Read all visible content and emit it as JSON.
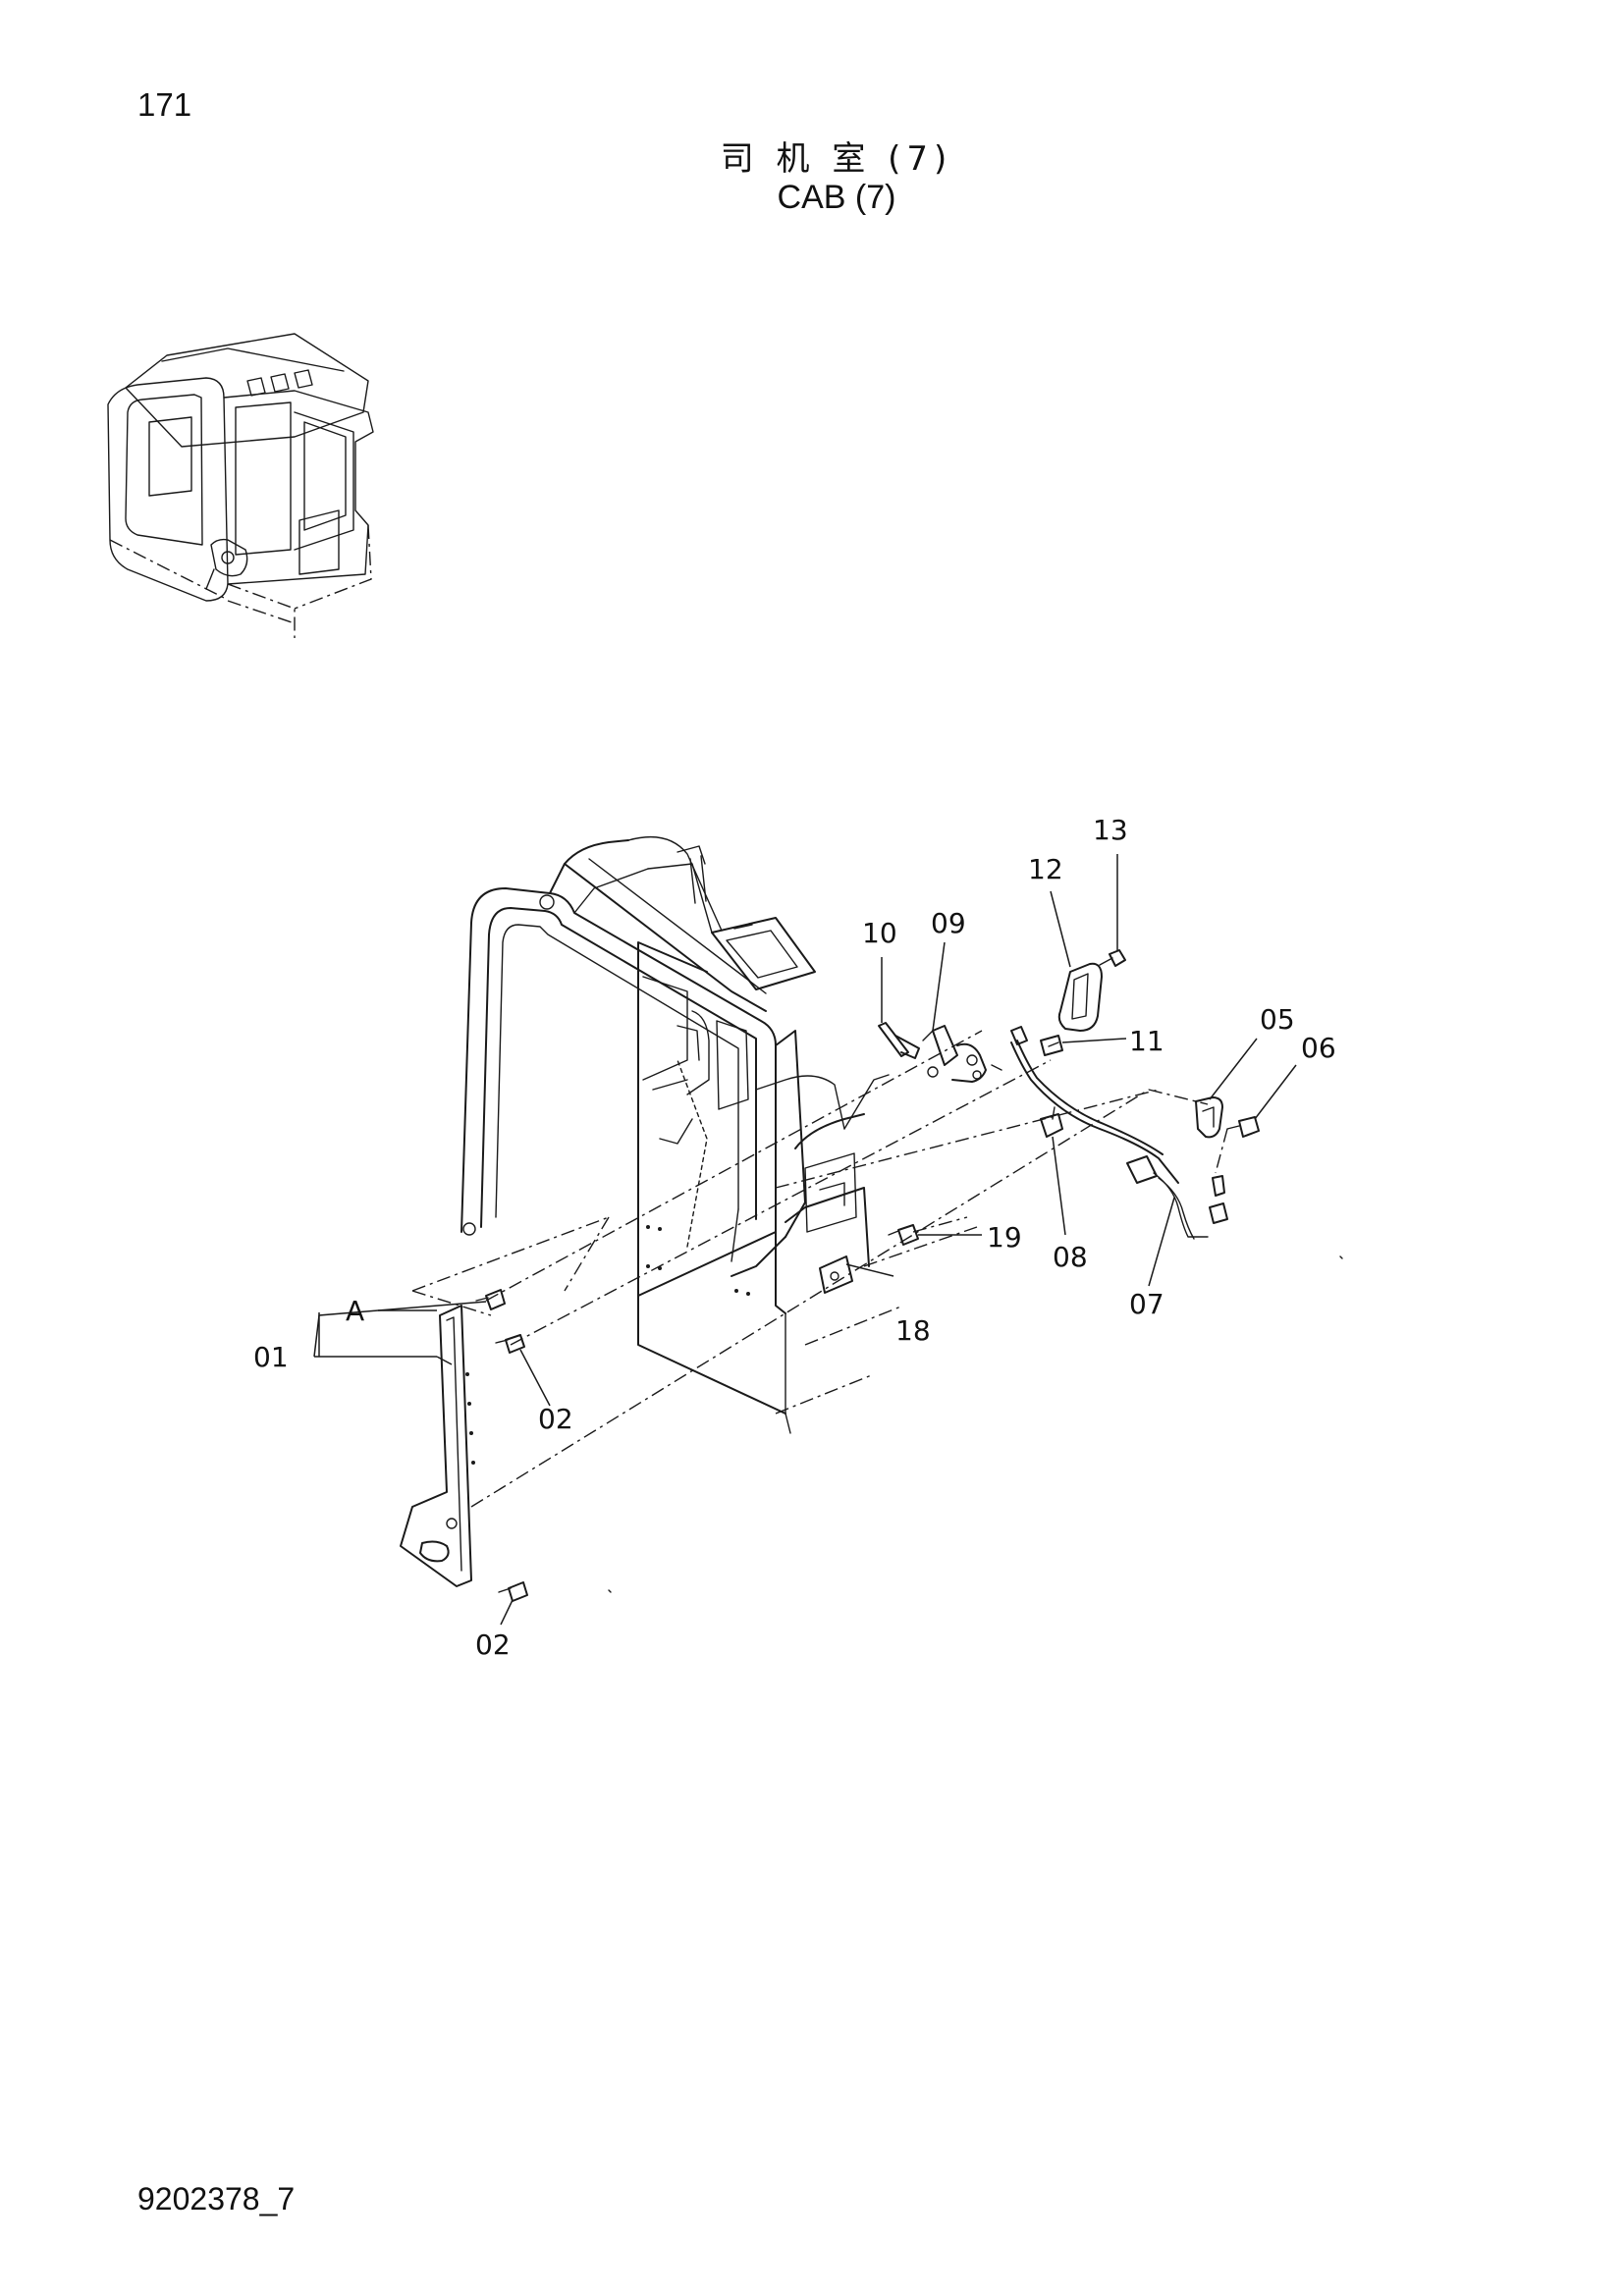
{
  "header": {
    "page_number": "171",
    "title_cn": "司 机 室 (7)",
    "title_en": "CAB (7)"
  },
  "footer": {
    "document_code": "9202378_7"
  },
  "callouts": {
    "part_01": "01",
    "part_02_upper": "02",
    "part_02_lower": "02",
    "part_05": "05",
    "part_06": "06",
    "part_07": "07",
    "part_08": "08",
    "part_09": "09",
    "part_10": "10",
    "part_11": "11",
    "part_12": "12",
    "part_13": "13",
    "part_18": "18",
    "part_19": "19",
    "ref_a": "A"
  }
}
